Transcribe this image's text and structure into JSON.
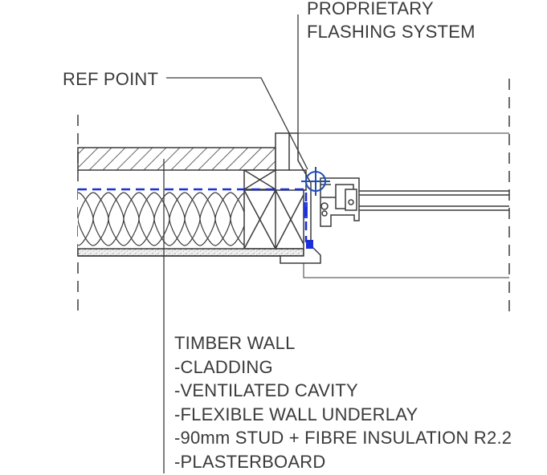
{
  "labels": {
    "flashing": [
      "PROPRIETARY",
      "FLASHING SYSTEM"
    ],
    "ref_point": "REF POINT",
    "timber_wall": [
      "TIMBER WALL",
      "-CLADDING",
      "-VENTILATED CAVITY",
      "-FLEXIBLE WALL UNDERLAY",
      "-90mm STUD + FIBRE INSULATION R2.2",
      "-PLASTERBOARD"
    ]
  },
  "colors": {
    "line": "#3a3a3a",
    "underlay": "#1a2fd6",
    "ref_marker": "#1f4fb3"
  }
}
